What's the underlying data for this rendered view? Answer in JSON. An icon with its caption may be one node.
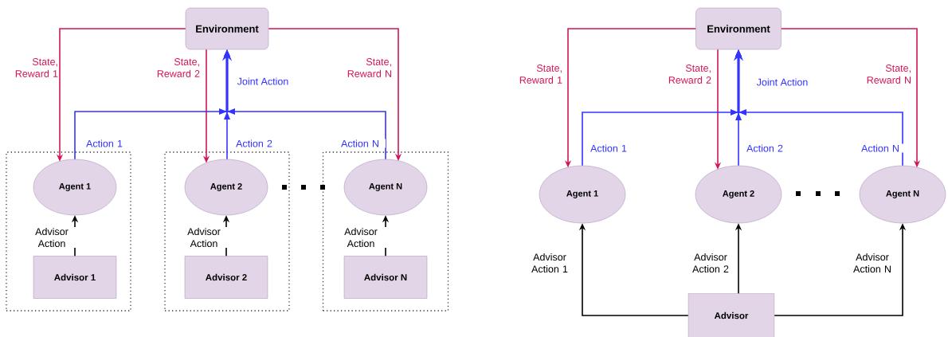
{
  "diagram": {
    "nodes": [
      {
        "text": [
          "Environment"
        ]
      },
      {
        "text": [],
        "shape": "box"
      },
      {
        "text": [
          "Agent 1"
        ],
        "in": 1
      },
      {
        "text": [
          "Advisor 1"
        ],
        "in": 1
      },
      {
        "text": [],
        "shape": "box"
      },
      {
        "text": [
          "Agent 2"
        ],
        "in": 4
      },
      {
        "text": [
          "Advisor 2"
        ],
        "in": 4
      },
      {
        "text": [],
        "shape": "box"
      },
      {
        "text": [
          "Agent N"
        ],
        "in": 7
      },
      {
        "text": [
          "Advisor N"
        ],
        "in": 7
      },
      {
        "text": [
          "Environment"
        ]
      },
      {
        "text": [
          "Agent 1"
        ]
      },
      {
        "text": [
          "Agent 2"
        ]
      },
      {
        "text": [
          "Agent N"
        ]
      },
      {
        "text": [
          "Advisor"
        ]
      }
    ],
    "edges": [
      {
        "from": 0,
        "to": 2,
        "arrow": "to",
        "label": "State, Reward 1",
        "color": "#d4145a"
      },
      {
        "from": 0,
        "to": 5,
        "arrow": "to",
        "label": "State, Reward 2",
        "color": "#d4145a"
      },
      {
        "from": 0,
        "to": 8,
        "arrow": "to",
        "label": "State, Reward N",
        "color": "#d4145a"
      },
      {
        "from": 2,
        "to": 0,
        "arrow": "to",
        "label": "Action 1",
        "color": "#3333ff"
      },
      {
        "from": 5,
        "to": 0,
        "arrow": "to",
        "label": "Action 2",
        "color": "#3333ff"
      },
      {
        "from": 8,
        "to": 0,
        "arrow": "to",
        "label": "Action N",
        "color": "#3333ff"
      },
      {
        "from": 3,
        "to": 2,
        "arrow": "to",
        "label": "Advisor Action",
        "color": "#000000"
      },
      {
        "from": 6,
        "to": 5,
        "arrow": "to",
        "label": "Advisor Action",
        "color": "#000000"
      },
      {
        "from": 9,
        "to": 8,
        "arrow": "to",
        "label": "Advisor Action",
        "color": "#000000"
      },
      {
        "from": 10,
        "to": 11,
        "arrow": "to",
        "label": "State, Reward 1",
        "color": "#d4145a"
      },
      {
        "from": 10,
        "to": 12,
        "arrow": "to",
        "label": "State, Reward 2",
        "color": "#d4145a"
      },
      {
        "from": 10,
        "to": 13,
        "arrow": "to",
        "label": "State, Reward N",
        "color": "#d4145a"
      },
      {
        "from": 11,
        "to": 10,
        "arrow": "to",
        "label": "Action 1",
        "color": "#3333ff"
      },
      {
        "from": 12,
        "to": 10,
        "arrow": "to",
        "label": "Action 2",
        "color": "#3333ff"
      },
      {
        "from": 13,
        "to": 10,
        "arrow": "to",
        "label": "Action N",
        "color": "#3333ff"
      },
      {
        "from": 14,
        "to": 11,
        "arrow": "to",
        "label": "Advisor Action 1",
        "color": "#000000"
      },
      {
        "from": 14,
        "to": 12,
        "arrow": "to",
        "label": "Advisor Action 2",
        "color": "#000000"
      },
      {
        "from": 14,
        "to": 13,
        "arrow": "to",
        "label": "Advisor Action N",
        "color": "#000000"
      }
    ],
    "labels": [
      "Joint Action",
      "Joint Action"
    ]
  }
}
